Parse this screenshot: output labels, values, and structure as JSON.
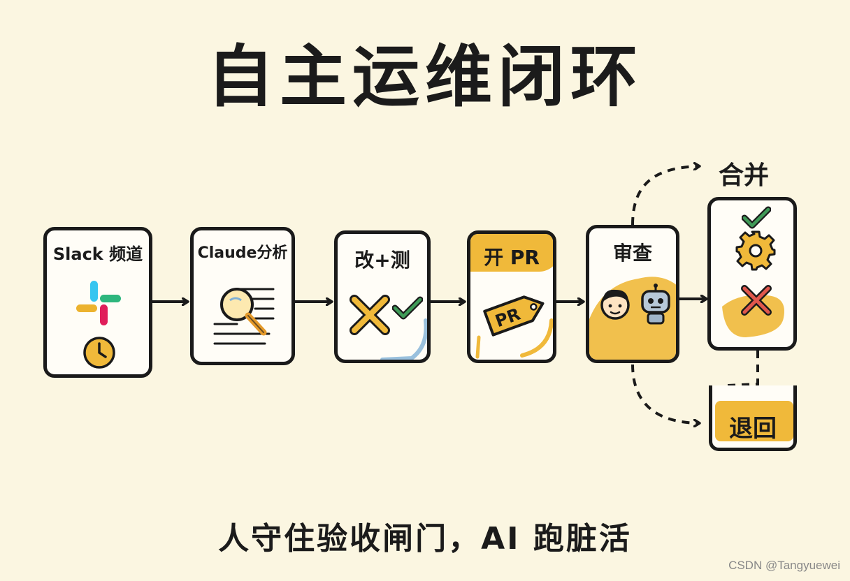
{
  "title": "自主运维闭环",
  "steps": [
    {
      "label": "Slack 频道"
    },
    {
      "label": "Claude分析"
    },
    {
      "label": "改+测"
    },
    {
      "label": "开 PR",
      "tag": "PR"
    },
    {
      "label": "审查"
    },
    {
      "label": ""
    }
  ],
  "branches": {
    "merge": "合并",
    "reject": "退回"
  },
  "footer": "人守住验收闸门，AI 跑脏活",
  "watermark": "CSDN @Tangyuewei",
  "colors": {
    "background": "#fbf6e1",
    "highlight": "#f0b93a",
    "ink": "#1a1a1a",
    "check": "#3f9a57",
    "cross": "#e0574c",
    "accent_blue": "#7fb0d6"
  }
}
